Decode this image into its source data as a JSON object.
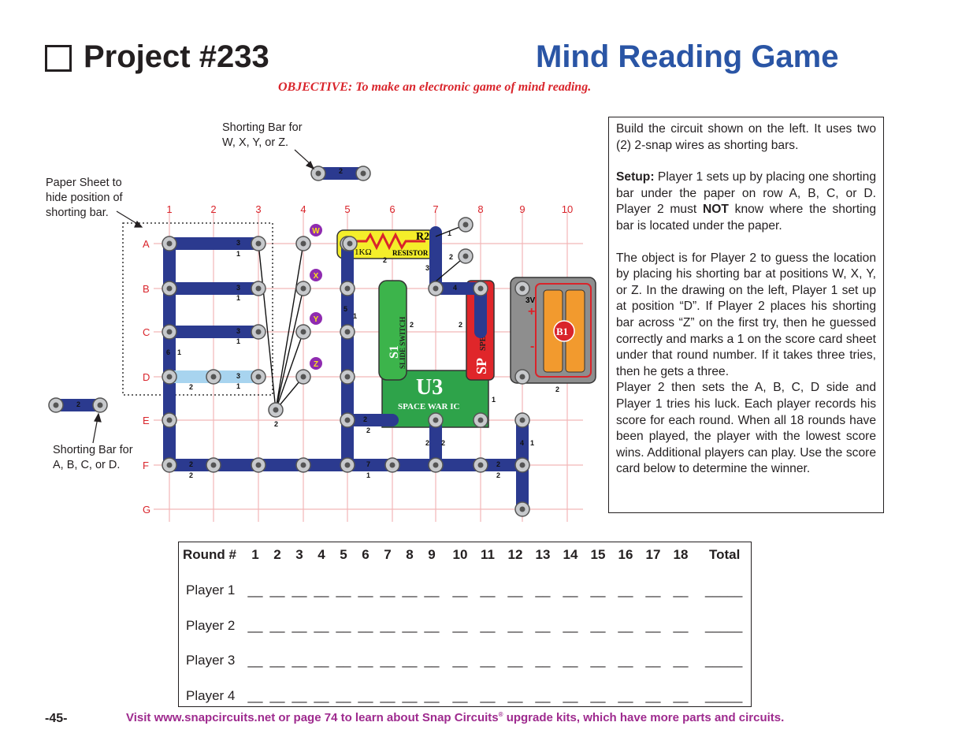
{
  "header": {
    "project_title": "Project #233",
    "game_title": "Mind Reading Game",
    "objective": "OBJECTIVE:  To make an electronic game of mind reading."
  },
  "callouts": {
    "wxyz": [
      "Shorting Bar for",
      "W, X, Y, or Z."
    ],
    "paper": [
      "Paper Sheet to",
      "hide position of",
      "shorting bar."
    ],
    "abcd": [
      "Shorting Bar for",
      "A, B, C, or D."
    ]
  },
  "grid": {
    "cols": [
      "1",
      "2",
      "3",
      "4",
      "5",
      "6",
      "7",
      "8",
      "9",
      "10"
    ],
    "rows": [
      "A",
      "B",
      "C",
      "D",
      "E",
      "F",
      "G"
    ],
    "side_labels": [
      "W",
      "X",
      "Y",
      "Z"
    ]
  },
  "parts": {
    "r2_label": "R2",
    "r2_value": "1KΩ",
    "r2_name": "RESISTOR",
    "s1_label": "S1",
    "s1_name": "SLIDE SWITCH",
    "sp_label": "SP",
    "sp_name": "SPEAKER",
    "u3_label": "U3",
    "u3_name": "SPACE WAR IC",
    "b1_label": "B1",
    "b1_voltage": "3V",
    "plus": "+",
    "minus": "-"
  },
  "info": {
    "p1": "Build the circuit shown on the left.  It uses two (2) 2-snap wires as shorting bars.",
    "setup_label": "Setup:",
    "setup_a": "  Player 1 sets up by placing one shorting bar under the paper on row A, B, C, or D.  Player 2 must ",
    "setup_not": "NOT",
    "setup_b": " know where the shorting bar is located under the paper.",
    "p3": "The object is for Player 2 to guess the location by placing his shorting bar at positions W, X, Y, or Z.  In the drawing on the left, Player 1 set up at position “D”.  If Player 2 places his shorting bar across “Z” on the first try, then he guessed correctly and marks a 1 on the score card sheet under that round number.  If it takes three tries, then he gets a three.",
    "p4": "Player 2 then sets the A, B, C, D side and Player 1 tries his luck.  Each player records his score for each round.  When all 18 rounds have been played, the player with the lowest score wins.  Additional players can play.   Use the score card below to determine the winner."
  },
  "scorecard": {
    "round_label": "Round #",
    "rounds": [
      "1",
      "2",
      "3",
      "4",
      "5",
      "6",
      "7",
      "8",
      "9",
      "10",
      "11",
      "12",
      "13",
      "14",
      "15",
      "16",
      "17",
      "18"
    ],
    "total_label": "Total",
    "players": [
      "Player 1",
      "Player 2",
      "Player 3",
      "Player 4"
    ],
    "blank": "__",
    "total_blank": "_____"
  },
  "footer": {
    "page_number": "-45-",
    "text_a": "Visit www.snapcircuits.net or page 74 to learn about Snap Circuits",
    "reg": "®",
    "text_b": " upgrade kits, which have more parts and circuits."
  }
}
